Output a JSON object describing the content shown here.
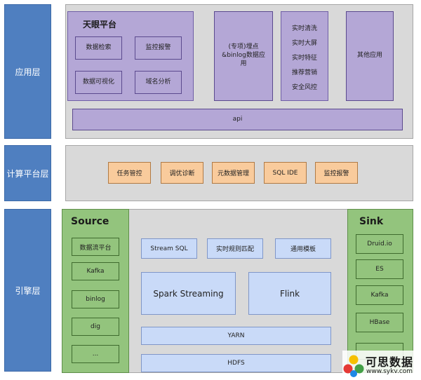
{
  "layers": {
    "application": "应用层",
    "compute": "计算平台层",
    "engine": "引擎层"
  },
  "app": {
    "tianyan": {
      "title": "天眼平台",
      "items": [
        "数据检索",
        "监控报警",
        "数据可视化",
        "域名分析"
      ]
    },
    "special": "(专项)埋点&binlog数据应用",
    "realtime": [
      "实时清洗",
      "实时大屏",
      "实时特征",
      "推荐营销",
      "安全风控"
    ],
    "other": "其他应用",
    "api": "api"
  },
  "compute": {
    "items": [
      "任务管控",
      "调优诊断",
      "元数据管理",
      "SQL IDE",
      "监控报警"
    ]
  },
  "engine": {
    "source": {
      "title": "Source",
      "items": [
        "数据流平台",
        "Kafka",
        "binlog",
        "dig",
        "..."
      ]
    },
    "sink": {
      "title": "Sink",
      "items": [
        "Druid.io",
        "ES",
        "Kafka",
        "HBase"
      ]
    },
    "center": {
      "top": [
        "Stream SQL",
        "实时规则匹配",
        "通用模板"
      ],
      "spark": "Spark Streaming",
      "flink": "Flink",
      "yarn": "YARN",
      "hdfs": "HDFS"
    }
  },
  "watermark": {
    "text": "可思数据",
    "url": "www.sykv.com"
  },
  "colors": {
    "layer_blue": "#4f7fc0",
    "panel_gray": "#d9d9d9",
    "purple": "#b4a7d6",
    "orange": "#f9cb9c",
    "light_blue": "#c9daf8",
    "green": "#93c47d"
  }
}
